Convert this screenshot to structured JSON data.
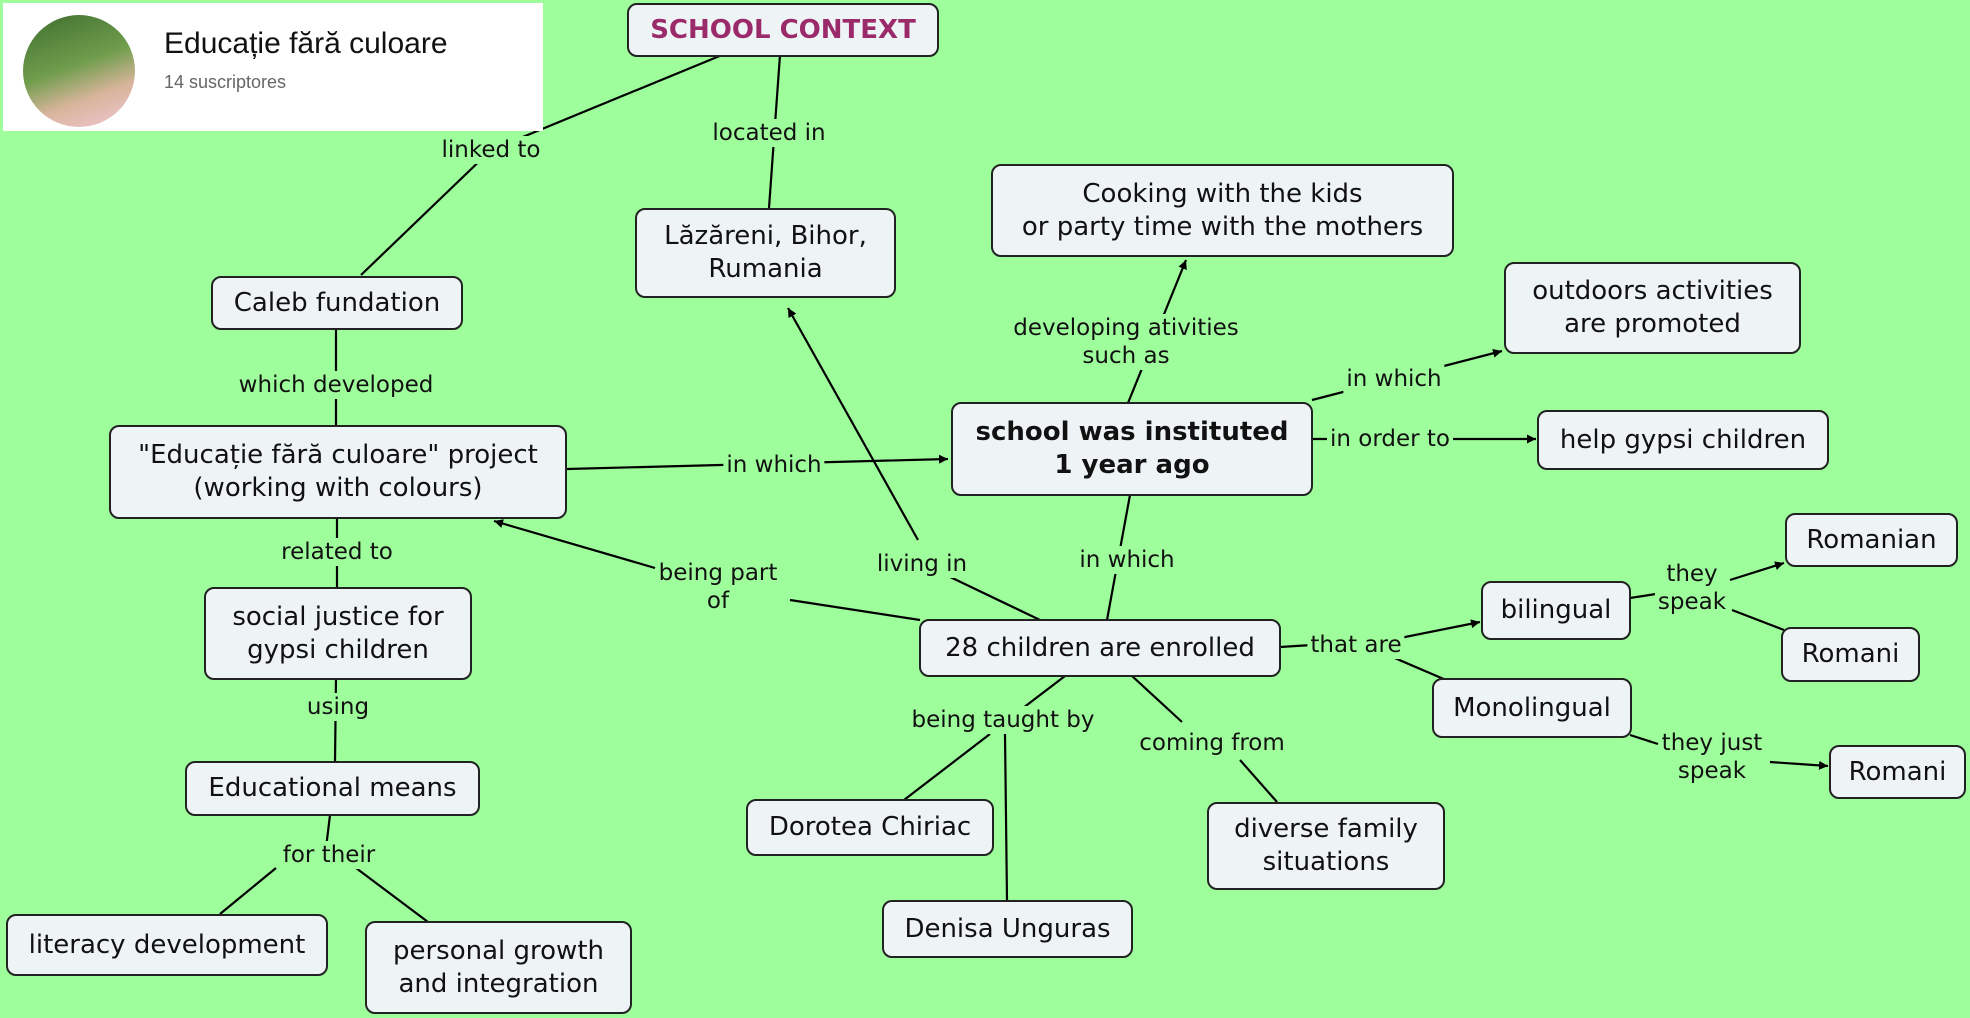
{
  "channel": {
    "name": "Educație fără culoare",
    "subscribers": "14 suscriptores"
  },
  "nodes": {
    "school_context": "SCHOOL CONTEXT",
    "lazareni": "Lăzăreni, Bihor,\nRumania",
    "cooking": "Cooking with the kids\nor party time with the mothers",
    "outdoors": "outdoors activities\nare promoted",
    "caleb": "Caleb fundation",
    "school": "school was instituted\n1 year ago",
    "help": "help gypsi children",
    "project": "\"Educație fără culoare\" project\n(working with colours)",
    "romanian": "Romanian",
    "bilingual": "bilingual",
    "social_justice": "social justice for\ngypsi children",
    "children": "28 children are enrolled",
    "romani1": "Romani",
    "monolingual": "Monolingual",
    "educational": "Educational means",
    "romani2": "Romani",
    "dorotea": "Dorotea Chiriac",
    "diverse": "diverse family\nsituations",
    "literacy": "literacy development",
    "personal": "personal growth\nand integration",
    "denisa": "Denisa Unguras"
  },
  "links": {
    "linked_to": "linked to",
    "located_in": "located in",
    "which_developed": "which developed",
    "developing": "developing ativities\nsuch as",
    "in_which_outdoors": "in which",
    "in_order_to": "in order to",
    "in_which_project": "in which",
    "related_to": "related to",
    "living_in": "living in",
    "in_which_children": "in which",
    "being_part_of": "being part\nof",
    "they_speak": "they\nspeak",
    "that_are": "that are",
    "using": "using",
    "being_taught_by": "being taught by",
    "coming_from": "coming from",
    "they_just_speak": "they just\nspeak",
    "for_their": "for their"
  },
  "colors": {
    "background": "#9ffe9c",
    "node_fill": "#eef4f6",
    "root_text": "#9b2a6a"
  }
}
